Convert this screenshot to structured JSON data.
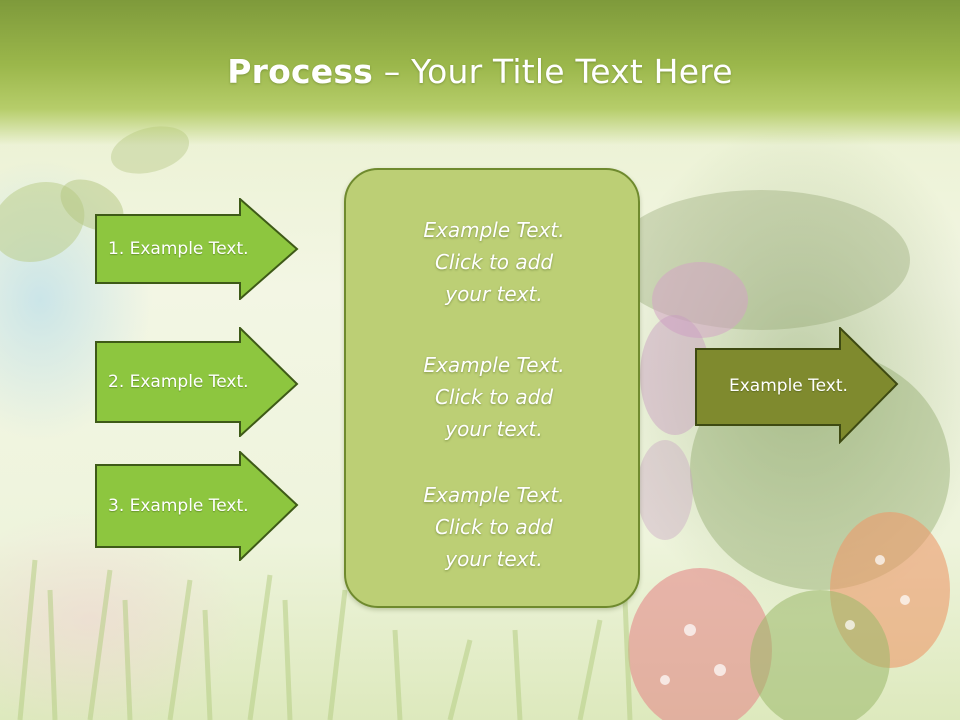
{
  "slide": {
    "title_bold": "Process",
    "title_rest": " – Your Title Text Here"
  },
  "left_arrows": [
    {
      "label": "1. Example Text."
    },
    {
      "label": "2. Example Text."
    },
    {
      "label": "3. Example Text."
    }
  ],
  "center_box": {
    "blocks": [
      {
        "lines": [
          "Example Text.",
          "Click  to add",
          "your text."
        ]
      },
      {
        "lines": [
          "Example Text.",
          "Click  to add",
          "your text."
        ]
      },
      {
        "lines": [
          "Example Text.",
          "Click  to add",
          "your text."
        ]
      }
    ]
  },
  "right_arrow": {
    "label": "Example Text."
  },
  "colors": {
    "header_green": "#9bb74b",
    "left_arrow_fill": "#8dc63f",
    "arrow_border": "#3e5a17",
    "center_box_fill": "#bccf75",
    "right_arrow_fill": "#7f8a2e"
  }
}
